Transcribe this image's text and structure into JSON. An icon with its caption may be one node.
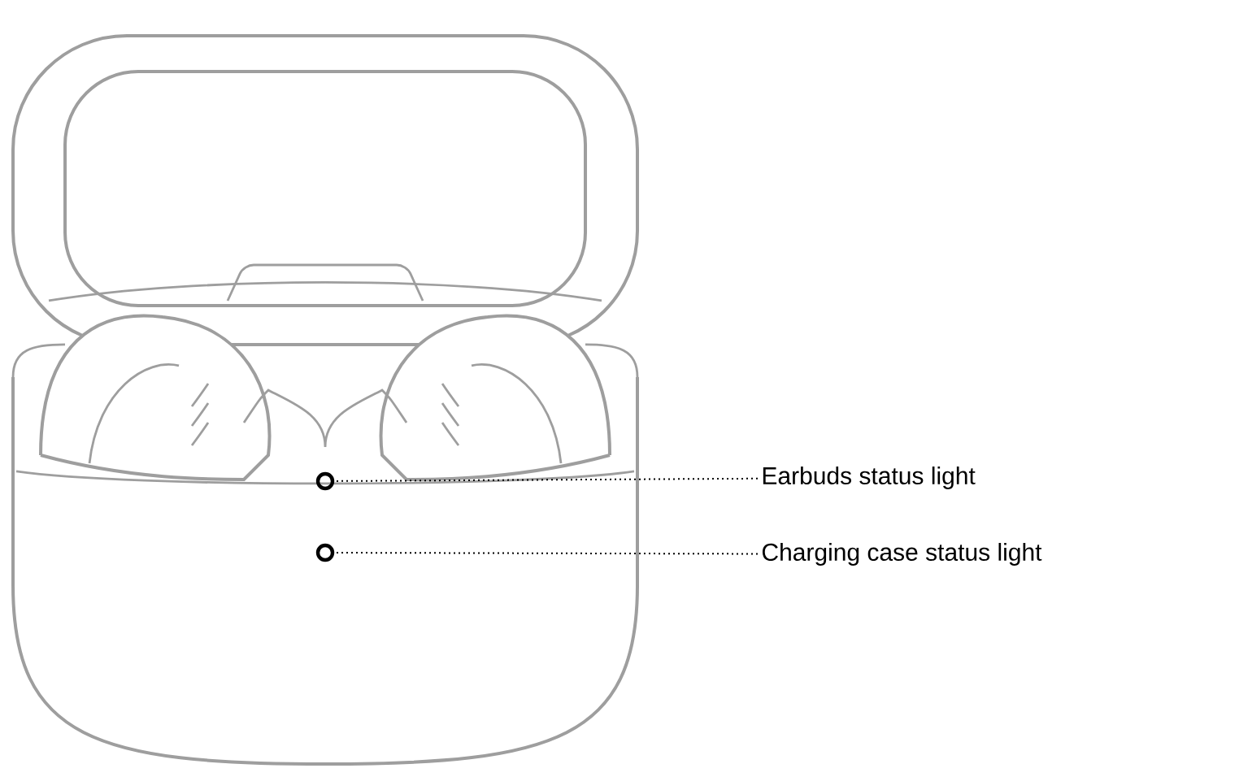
{
  "diagram": {
    "nodes": [
      {
        "text": [
          "Earbuds status light"
        ]
      },
      {
        "text": [
          "Charging case status light"
        ]
      },
      {
        "text": [],
        "shape": "circle"
      },
      {
        "text": [],
        "shape": "circle"
      }
    ],
    "edges": [
      {
        "from": 0,
        "to": 2,
        "arrow": "none",
        "style": "dashed"
      },
      {
        "from": 1,
        "to": 3,
        "arrow": "none",
        "style": "dashed"
      }
    ]
  }
}
